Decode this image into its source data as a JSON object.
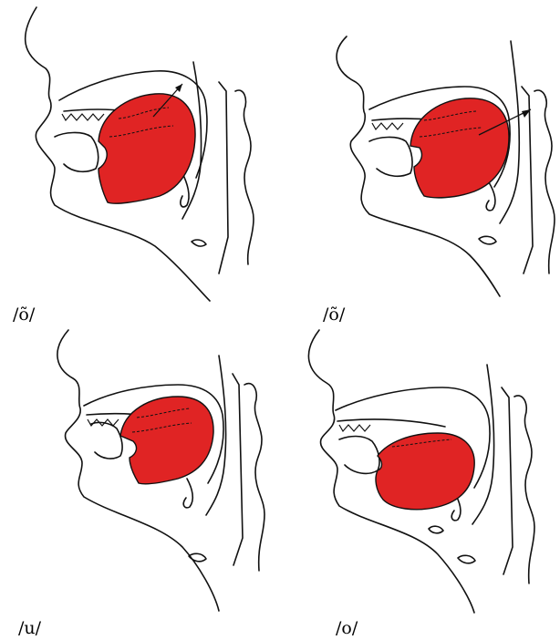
{
  "panels": [
    {
      "id": "p1",
      "label": "/õ/",
      "arrow": true
    },
    {
      "id": "p2",
      "label": "/õ/",
      "arrow": true
    },
    {
      "id": "p3",
      "label": "/u/",
      "arrow": false
    },
    {
      "id": "p4",
      "label": "/o/",
      "arrow": false
    }
  ],
  "colors": {
    "tongue": "#e02424",
    "line": "#111111"
  }
}
